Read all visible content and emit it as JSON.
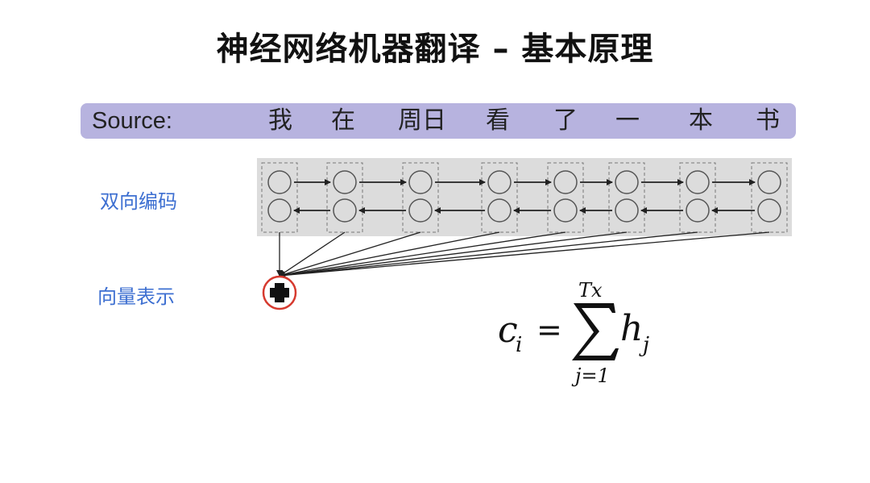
{
  "title": "神经网络机器翻译 – 基本原理",
  "source": {
    "label": "Source:",
    "tokens": [
      "我",
      "在",
      "周日",
      "看",
      "了",
      "一",
      "本",
      "书"
    ]
  },
  "labels": {
    "encoder": "双向编码",
    "vector": "向量表示"
  },
  "formula": {
    "lhs": "c",
    "lhs_sub": "i",
    "equals": "=",
    "sum_upper": "Tx",
    "sum_lower": "j=1",
    "term": "h",
    "term_sub": "j"
  },
  "colors": {
    "source_bar": "#b7b3df",
    "encoder_bg": "#dcdcdc",
    "label_blue": "#3d6fd1",
    "sum_circle": "#d63a2f"
  }
}
